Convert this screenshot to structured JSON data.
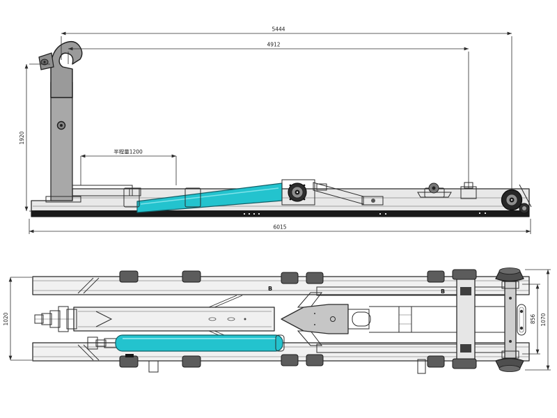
{
  "side_view": {
    "dim_overall_top": "5444",
    "dim_hook_to_stop": "4912",
    "dim_hook_height": "1920",
    "dim_slide_travel": "半程量1200",
    "dim_overall_length": "6015"
  },
  "plan_view": {
    "dim_width_left": "1020",
    "dim_roller_inner": "856",
    "dim_overall_width": "1070",
    "section_label_front": "B",
    "section_label_rear": "B"
  },
  "colors": {
    "line": "#2b2b2b",
    "metal_light": "#e8e8e8",
    "metal_mid": "#9a9a9a",
    "metal_dark": "#4e4e4e",
    "black_part": "#1a1a1a",
    "cylinder_teal": "#23c3ce",
    "cylinder_teal_dark": "#0e8793"
  }
}
